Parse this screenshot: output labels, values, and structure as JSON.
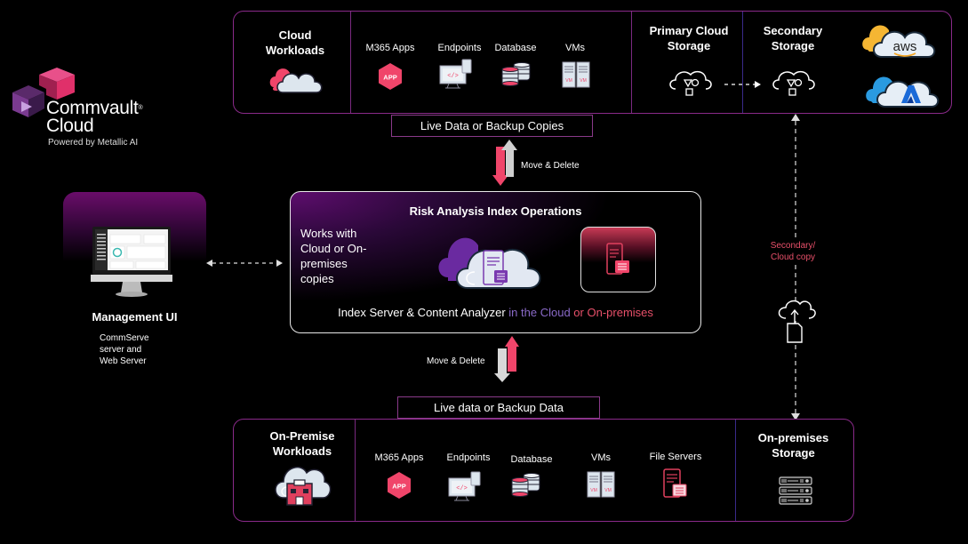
{
  "brand": {
    "name_line1": "Commvault",
    "name_line2": "Cloud",
    "registered": "®",
    "tagline": "Powered by Metallic AI"
  },
  "cloud_panel": {
    "title": "Cloud\nWorkloads",
    "title_line1": "Cloud",
    "title_line2": "Workloads",
    "workloads": [
      {
        "label": "M365 Apps",
        "icon": "app-hexagon-icon",
        "icon_text": "APP"
      },
      {
        "label": "Endpoints",
        "icon": "endpoint-monitor-icon"
      },
      {
        "label": "Database",
        "icon": "database-icon"
      },
      {
        "label": "VMs",
        "icon": "vm-server-icon",
        "icon_text": "VM"
      }
    ],
    "primary_storage": {
      "line1": "Primary Cloud",
      "line2": "Storage"
    },
    "secondary_storage": {
      "line1": "Secondary",
      "line2": "Storage"
    },
    "providers": [
      {
        "name": "aws",
        "icon": "aws-cloud-icon"
      },
      {
        "name": "Azure",
        "icon": "azure-cloud-icon",
        "glyph": "A"
      }
    ],
    "tag": "Live Data or  Backup Copies"
  },
  "arrows": {
    "top_label": "Move & Delete",
    "bottom_label": "Move & Delete",
    "secondary_copy_line1": "Secondary/",
    "secondary_copy_line2": "Cloud copy"
  },
  "center_panel": {
    "title": "Risk Analysis Index Operations",
    "side_text_lines": [
      "Works with",
      "Cloud or On-",
      "premises",
      "copies"
    ],
    "caption_part1": "Index Server & Content Analyzer ",
    "caption_part2": "in the Cloud",
    "caption_part3": " or ",
    "caption_part4": "On-premises"
  },
  "management": {
    "title": "Management UI",
    "subtitle_lines": [
      "CommServe",
      "server and",
      "Web Server"
    ]
  },
  "onprem_panel": {
    "title_line1": "On-Premise",
    "title_line2": "Workloads",
    "workloads": [
      {
        "label": "M365 Apps",
        "icon": "app-hexagon-icon",
        "icon_text": "APP"
      },
      {
        "label": "Endpoints",
        "icon": "endpoint-monitor-icon"
      },
      {
        "label": "Database",
        "icon": "database-icon"
      },
      {
        "label": "VMs",
        "icon": "vm-server-icon",
        "icon_text": "VM"
      },
      {
        "label": "File Servers",
        "icon": "file-server-icon"
      }
    ],
    "storage": {
      "line1": "On-premises",
      "line2": "Storage"
    },
    "tag": "Live data or Backup Data"
  },
  "colors": {
    "accent_pink": "#f0456a",
    "accent_purple": "#7a3aa0",
    "panel_border": "#8a2a8a",
    "caption_cloud": "#8a6ac8",
    "caption_onprem": "#e8506a",
    "secondary_copy": "#e8506a"
  }
}
